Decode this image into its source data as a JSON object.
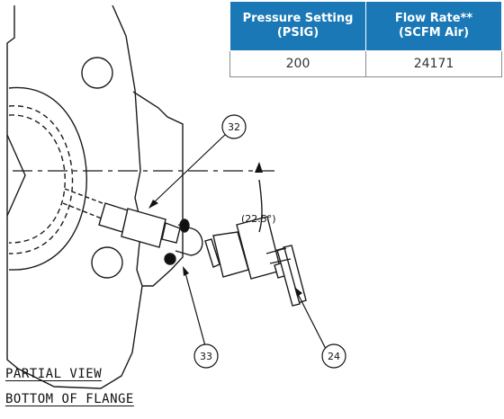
{
  "table": {
    "headers": [
      "Pressure Setting\n(PSIG)",
      "Flow Rate**\n(SCFM Air)"
    ],
    "rows": [
      [
        "200",
        "24171"
      ]
    ]
  },
  "callouts": [
    "32",
    "33",
    "24"
  ],
  "angle_label": "(22.5°)",
  "view_title": [
    "PARTIAL VIEW",
    "BOTTOM OF FLANGE"
  ]
}
